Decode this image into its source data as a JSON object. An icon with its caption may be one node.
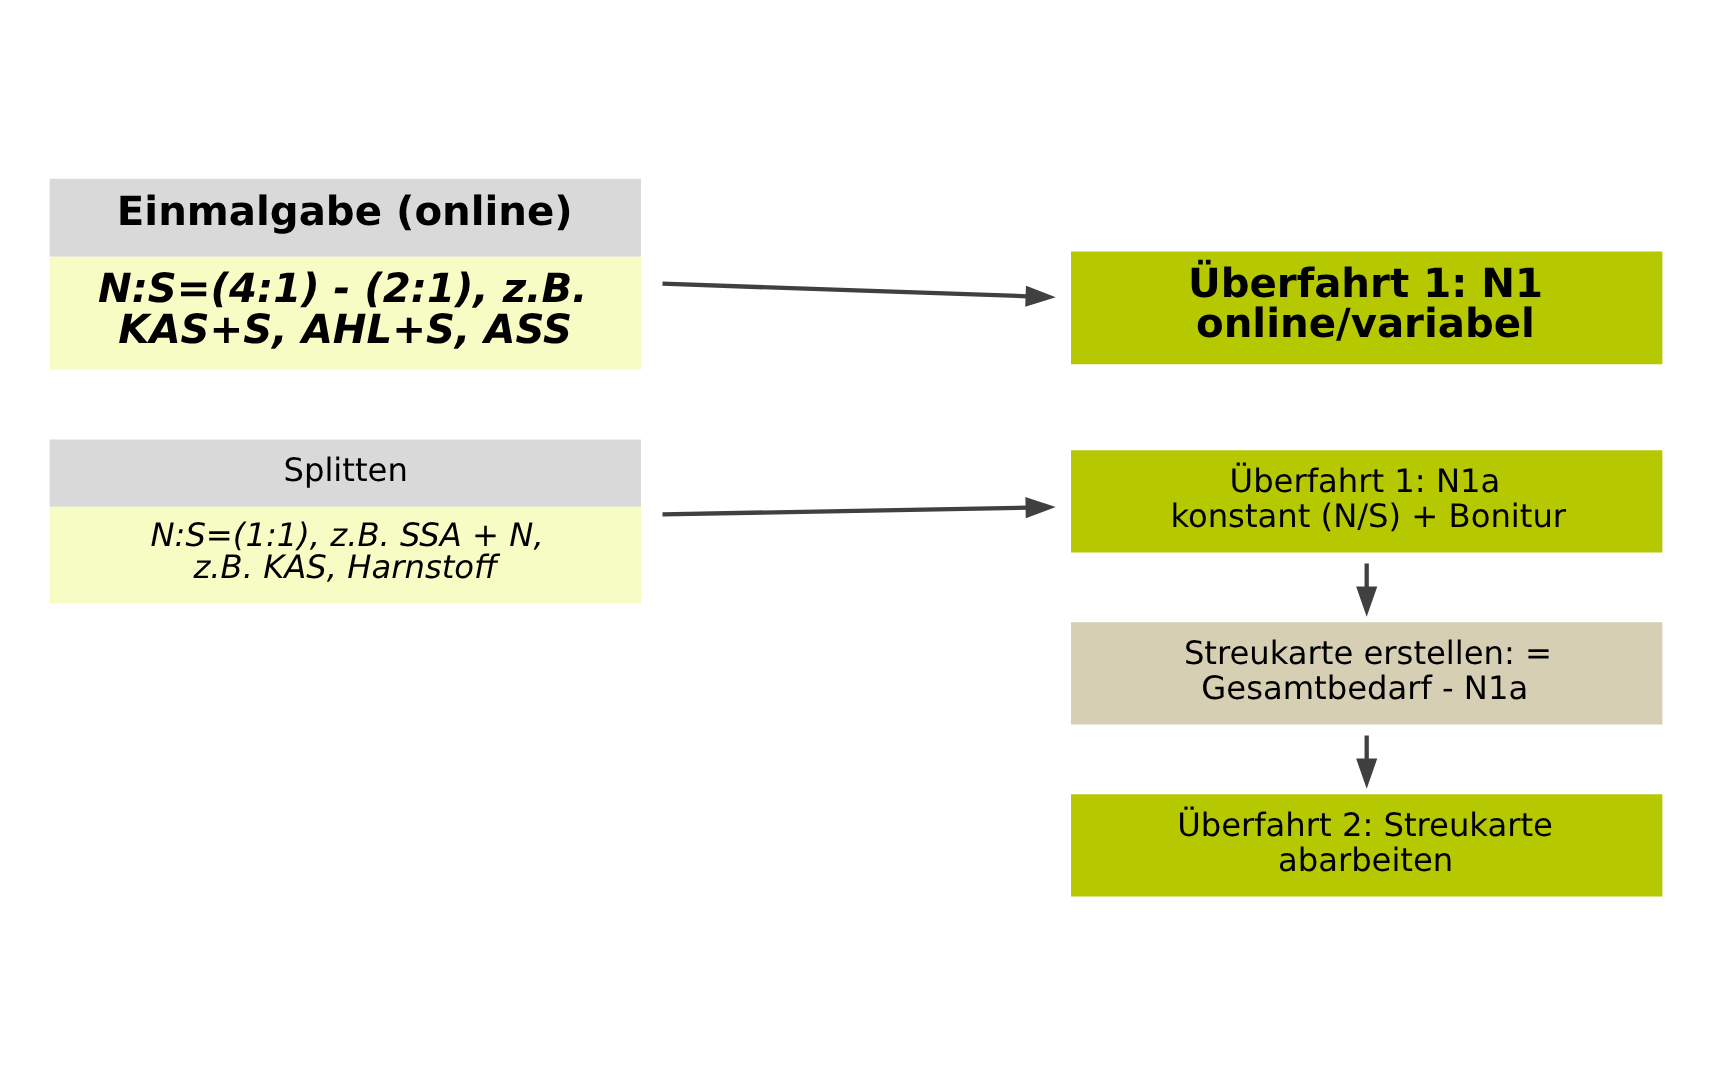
{
  "diagram": {
    "nodes": [
      {
        "text": [
          "Einmalgabe (online)",
          "N:S=(4:1) - (2:1), z.B. KAS+S, AHL+S, ASS"
        ]
      },
      {
        "text": [
          "Überfahrt 1: N1 online/variabel"
        ]
      },
      {
        "text": [
          "Splitten",
          "N:S=(1:1), z.B. SSA + N, z.B. KAS, Harnstoff"
        ]
      },
      {
        "text": [
          "Überfahrt 1: N1a konstant (N/S) + Bonitur"
        ]
      },
      {
        "text": [
          "Streukarte erstellen: = Gesamtbedarf - N1a"
        ]
      },
      {
        "text": [
          "Überfahrt 2: Streukarte abarbeiten"
        ]
      }
    ],
    "edges": [
      {
        "from": 0,
        "to": 1,
        "arrow": "to"
      },
      {
        "from": 2,
        "to": 3,
        "arrow": "to"
      },
      {
        "from": 3,
        "to": 4,
        "arrow": "to"
      },
      {
        "from": 4,
        "to": 5,
        "arrow": "to"
      }
    ]
  }
}
